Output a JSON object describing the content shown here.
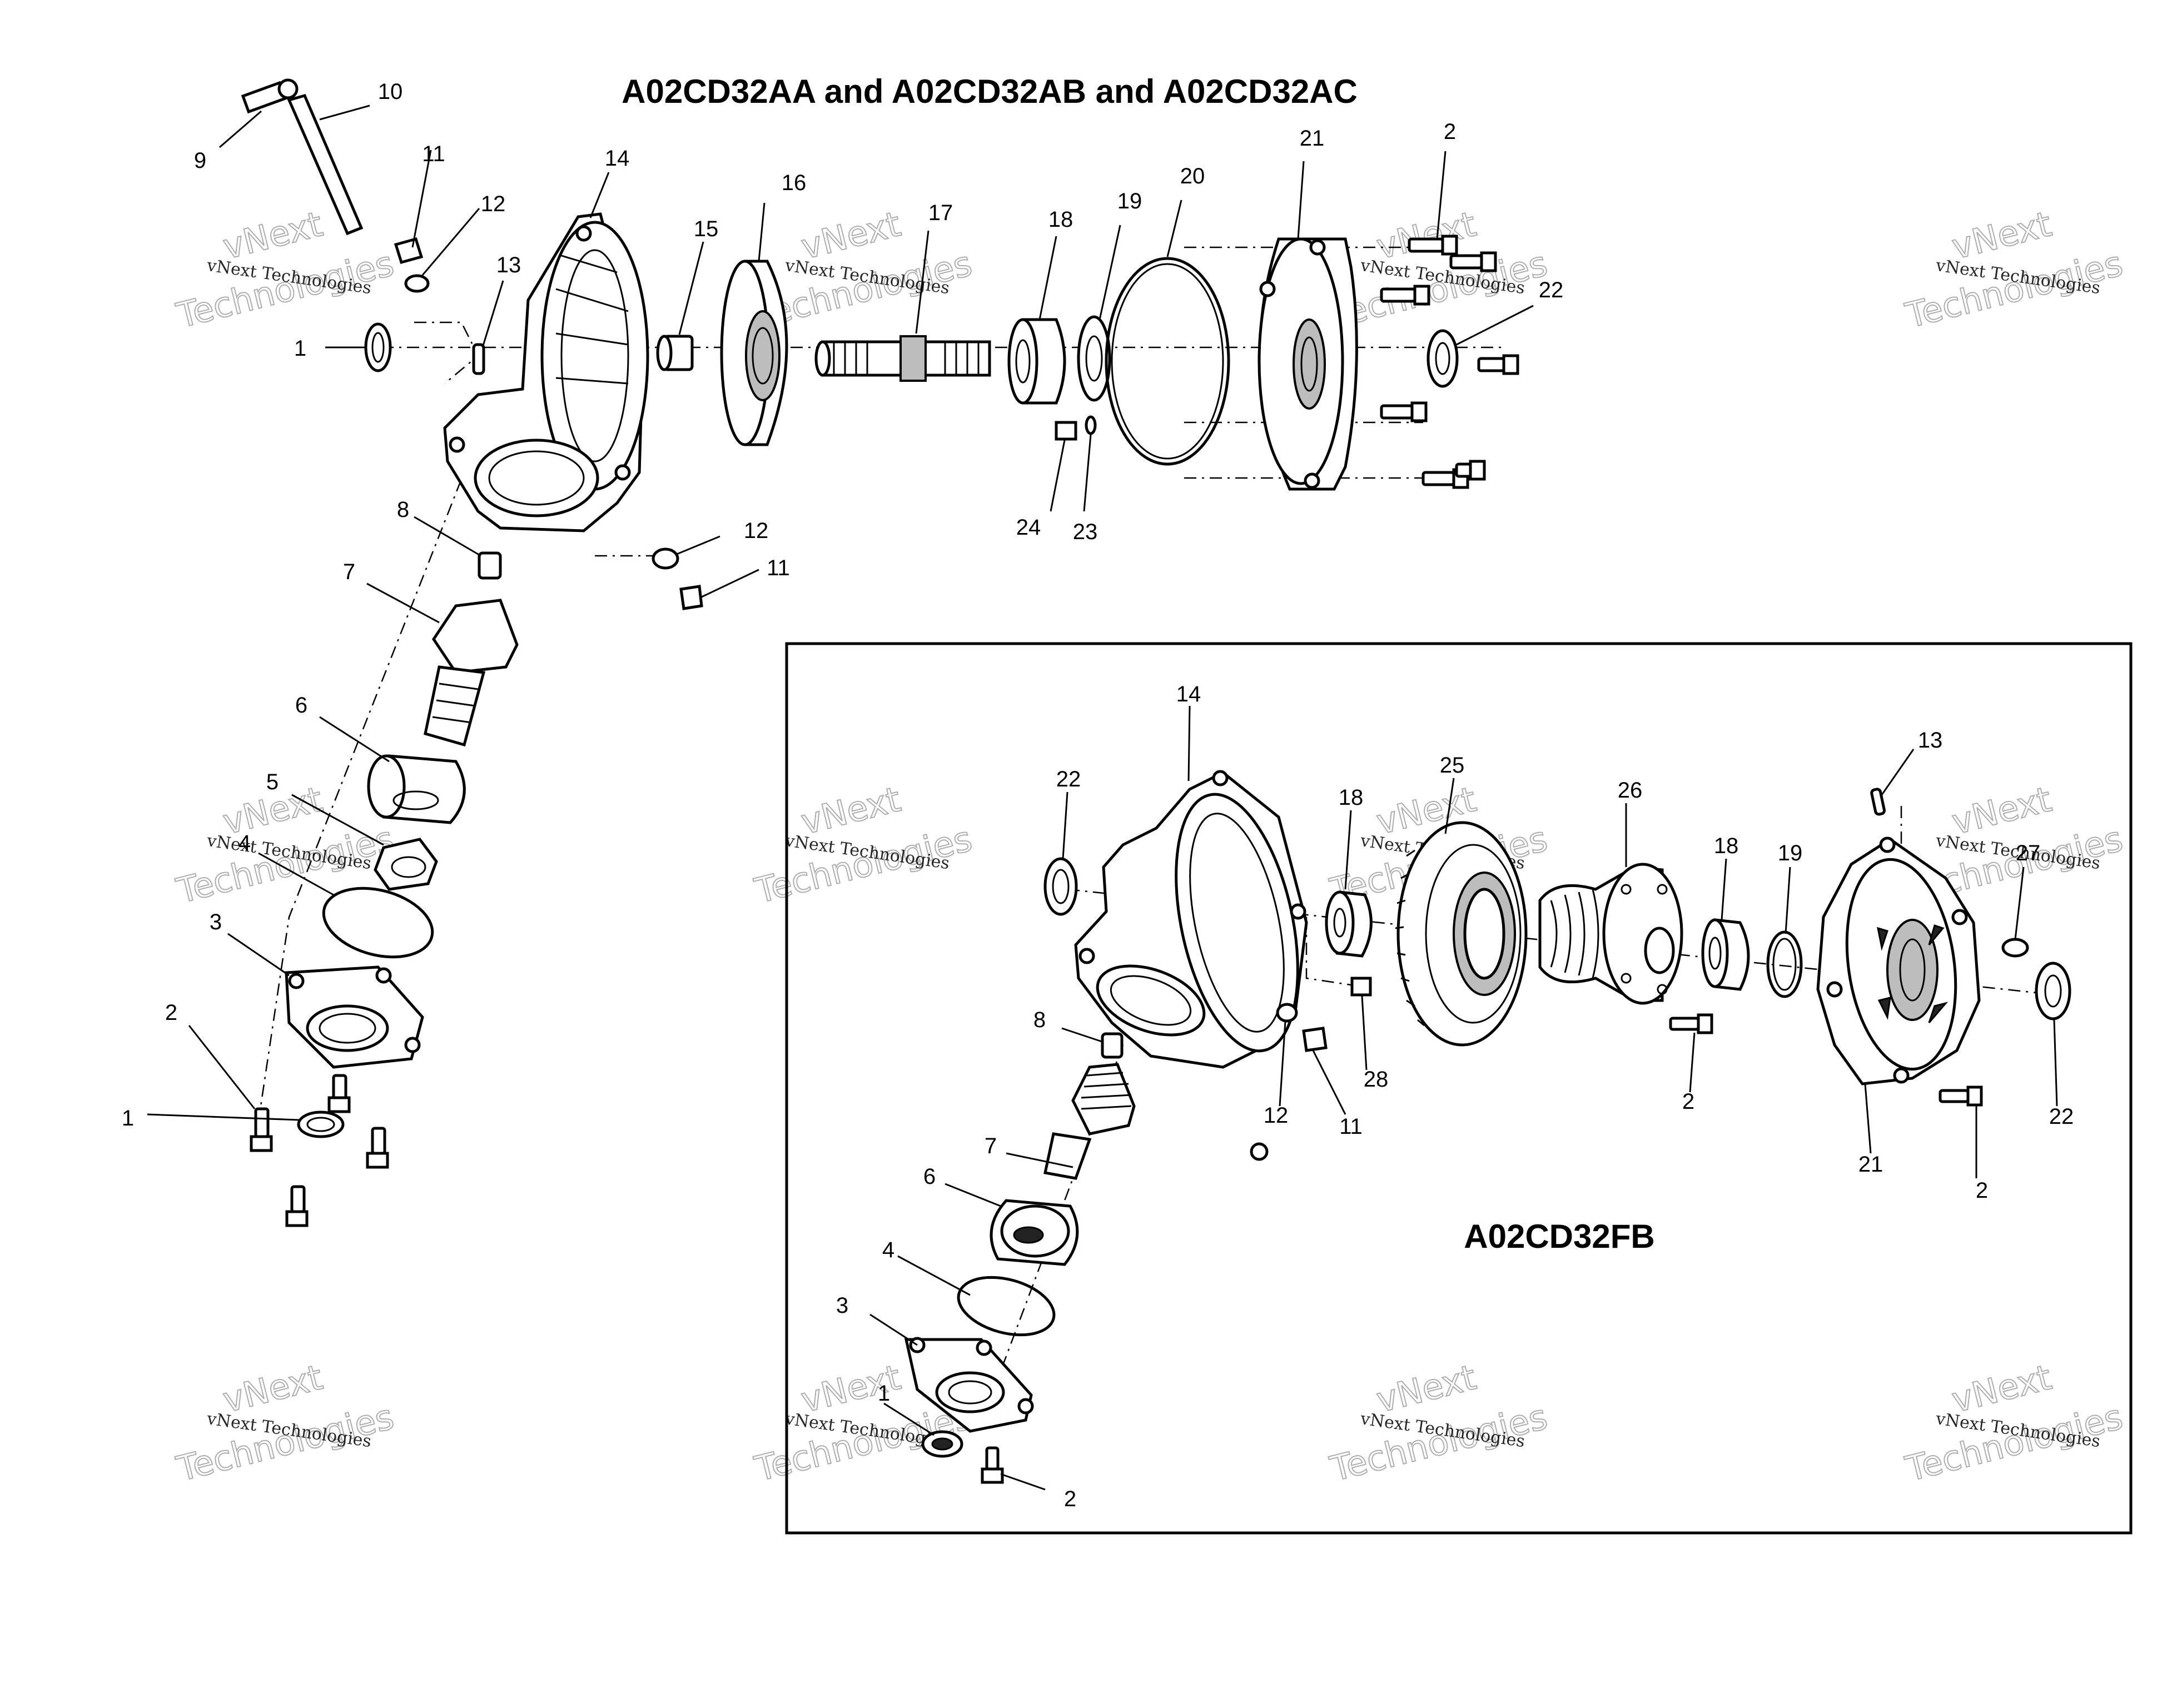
{
  "diagram": {
    "top_title": "A02CD32AA and A02CD32AB and A02CD32AC",
    "inset_title": "A02CD32FB",
    "watermark": {
      "line1": "vNext Technologies",
      "line2": "vNext",
      "line3": "Technologies"
    },
    "callouts": {
      "a1": "1",
      "a1b": "1",
      "a2": "2",
      "a2b": "2",
      "a3": "3",
      "a4": "4",
      "a5": "5",
      "a6": "6",
      "a7": "7",
      "a8": "8",
      "a9": "9",
      "a10": "10",
      "a11": "11",
      "a11b": "11",
      "a12": "12",
      "a12b": "12",
      "a13": "13",
      "a14": "14",
      "a15": "15",
      "a16": "16",
      "a17": "17",
      "a18": "18",
      "a19": "19",
      "a20": "20",
      "a21": "21",
      "a22": "22",
      "a23": "23",
      "a24": "24",
      "b1": "1",
      "b2": "2",
      "b2b": "2",
      "b2c": "2",
      "b3": "3",
      "b4": "4",
      "b6": "6",
      "b7": "7",
      "b8": "8",
      "b11": "11",
      "b12": "12",
      "b13": "13",
      "b14": "14",
      "b18": "18",
      "b18b": "18",
      "b19": "19",
      "b21": "21",
      "b22": "22",
      "b22b": "22",
      "b25": "25",
      "b26": "26",
      "b27": "27",
      "b28": "28"
    }
  }
}
